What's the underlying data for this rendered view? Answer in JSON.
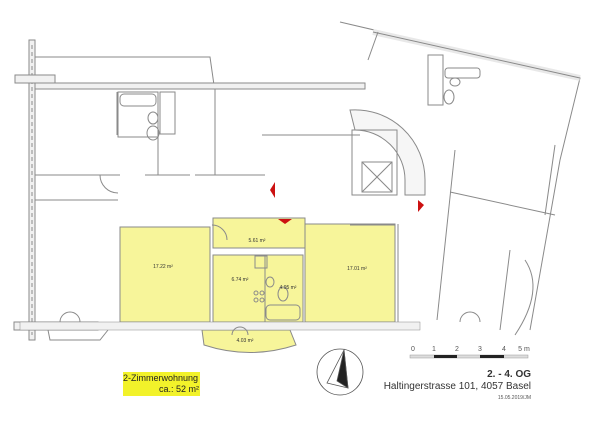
{
  "plan": {
    "floor": "2. - 4. OG",
    "address": "Haltingerstrasse 101, 4057 Basel",
    "date_code": "15.05.2019/JM",
    "highlight_color": "#f7f59a",
    "tag_color": "#f2f22a",
    "entry_marker_color": "#cc1111"
  },
  "apartment": {
    "type": "2-Zimmerwohnung",
    "area": "ca.: 52 m²",
    "rooms": [
      {
        "name": "room-living",
        "area": "17.22 m²"
      },
      {
        "name": "room-hall",
        "area": "5.61 m²"
      },
      {
        "name": "room-kitchen",
        "area": "6.74 m²"
      },
      {
        "name": "room-bath",
        "area": "4.95 m²"
      },
      {
        "name": "room-bedroom",
        "area": "17.01 m²"
      },
      {
        "name": "room-balcony",
        "area": "4.03 m²"
      }
    ]
  },
  "scale_bar": {
    "ticks": [
      "0",
      "1",
      "2",
      "3",
      "4",
      "5 m"
    ]
  },
  "north_arrow": {
    "icon": "north-arrow-icon"
  }
}
